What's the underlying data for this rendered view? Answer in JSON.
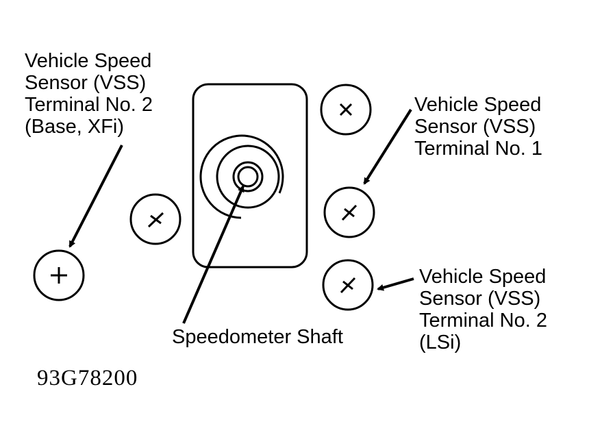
{
  "labels": {
    "vss_terminal_2_base": [
      "Vehicle Speed",
      "Sensor (VSS)",
      "Terminal No. 2",
      "(Base, XFi)"
    ],
    "vss_terminal_1": [
      "Vehicle Speed",
      "Sensor (VSS)",
      "Terminal No. 1"
    ],
    "vss_terminal_2_lsi": [
      "Vehicle Speed",
      "Sensor (VSS)",
      "Terminal No. 2",
      "(LSi)"
    ],
    "speedometer_shaft": "Speedometer Shaft"
  },
  "figure_code": "93G78200"
}
